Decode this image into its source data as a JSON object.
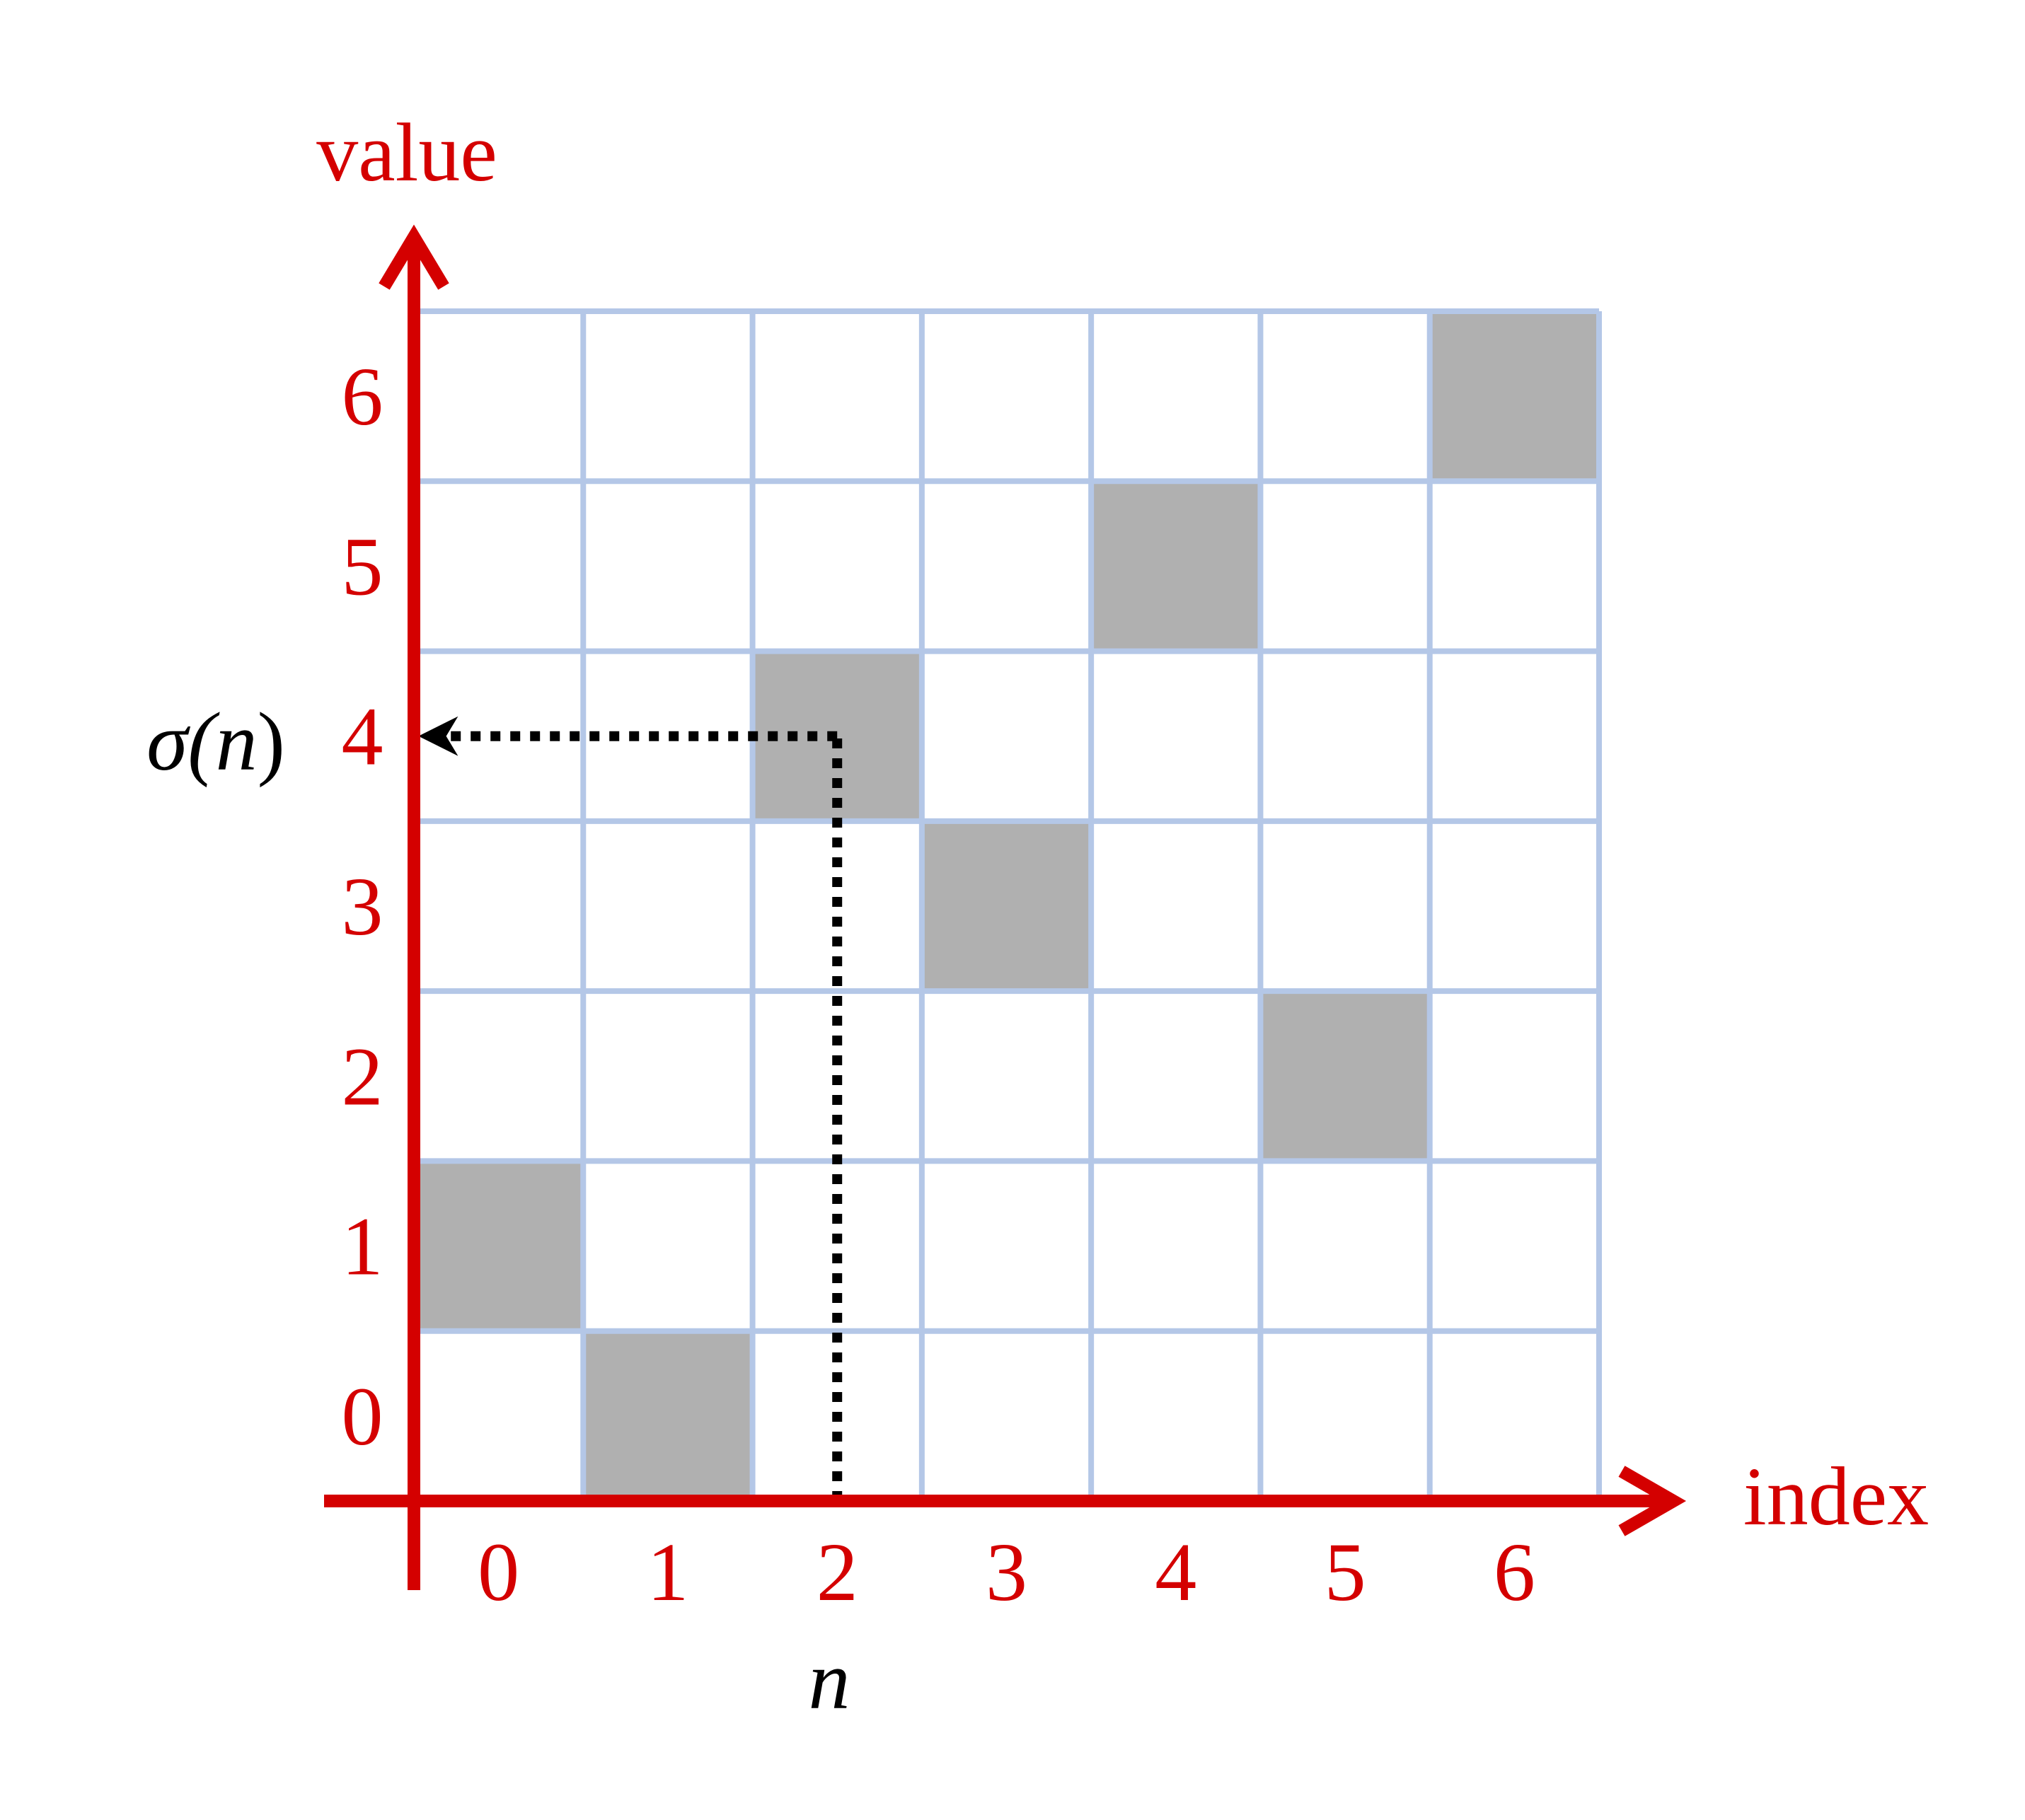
{
  "diagram": {
    "x_axis_label": "index",
    "y_axis_label": "value",
    "x_ticks": [
      "0",
      "1",
      "2",
      "3",
      "4",
      "5",
      "6"
    ],
    "y_ticks": [
      "0",
      "1",
      "2",
      "3",
      "4",
      "5",
      "6"
    ],
    "permutation": [
      {
        "index": 0,
        "value": 1
      },
      {
        "index": 1,
        "value": 0
      },
      {
        "index": 2,
        "value": 4
      },
      {
        "index": 3,
        "value": 3
      },
      {
        "index": 4,
        "value": 5
      },
      {
        "index": 5,
        "value": 2
      },
      {
        "index": 6,
        "value": 6
      }
    ],
    "highlight": {
      "index": 2,
      "index_label": "n",
      "value_label_prefix": "σ(",
      "value_label_var": "n",
      "value_label_suffix": ")"
    },
    "colors": {
      "axis": "#d40000",
      "grid": "#b4c7e7",
      "filled_cell": "#b0b0b0",
      "guide": "#000000",
      "annotation": "#000000"
    }
  }
}
